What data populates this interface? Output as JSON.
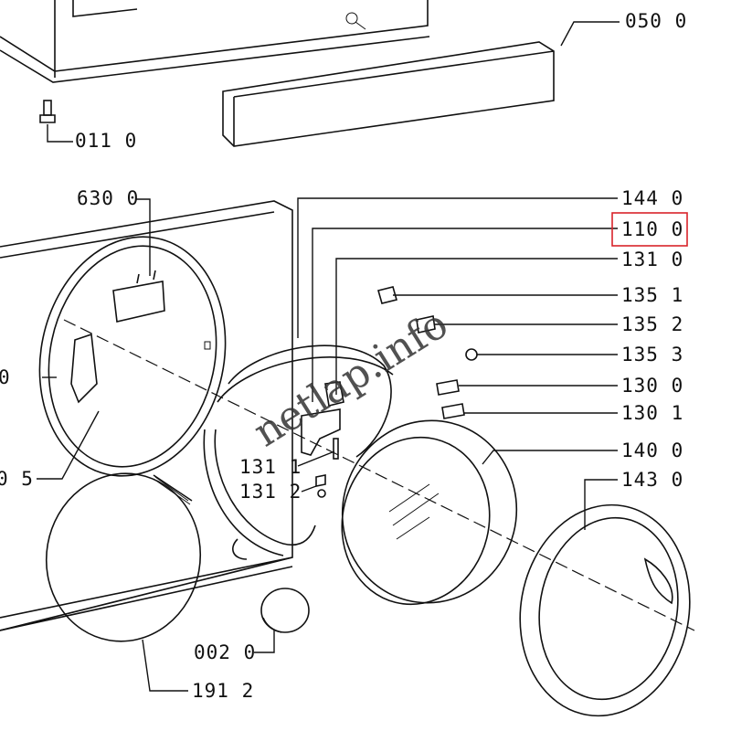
{
  "labels": {
    "l0500": "050 0",
    "l0110": "011 0",
    "l6300": "630 0",
    "l1440": "144 0",
    "l1100": "110 0",
    "l1310": "131 0",
    "l1351": "135 1",
    "l1352": "135 2",
    "l1353": "135 3",
    "l1300": "130 0",
    "l1301": "130 1",
    "l1400": "140 0",
    "l1430": "143 0",
    "l1311": "131 1",
    "l1312": "131 2",
    "cut_left_1": "0",
    "cut_left_2": "0 5",
    "l0020": "002 0",
    "l1912": "191 2"
  },
  "watermark": "netlap.info",
  "colors": {
    "highlight": "#d9232a",
    "line": "#111111"
  }
}
